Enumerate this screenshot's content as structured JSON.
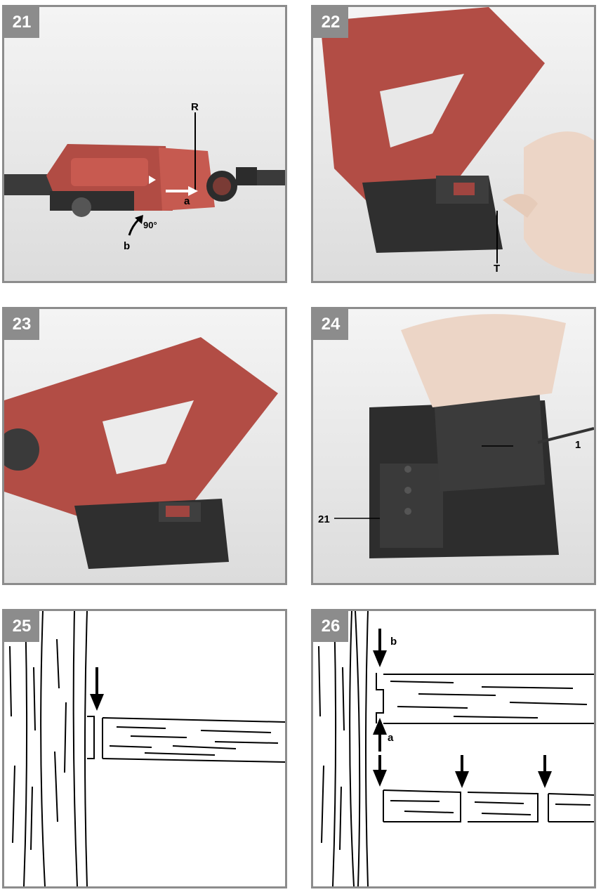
{
  "panels": [
    {
      "number": "21",
      "labels": {
        "r": "R",
        "a": "a",
        "b": "b",
        "angle": "90°"
      }
    },
    {
      "number": "22",
      "labels": {
        "t": "T"
      }
    },
    {
      "number": "23",
      "labels": {}
    },
    {
      "number": "24",
      "labels": {
        "one": "1",
        "twentyone": "21"
      }
    },
    {
      "number": "25",
      "labels": {}
    },
    {
      "number": "26",
      "labels": {
        "b": "b",
        "a": "a"
      }
    }
  ],
  "colors": {
    "frame": "#8c8c8c",
    "housing": "#c0534a",
    "dark": "#2b2b2b"
  }
}
